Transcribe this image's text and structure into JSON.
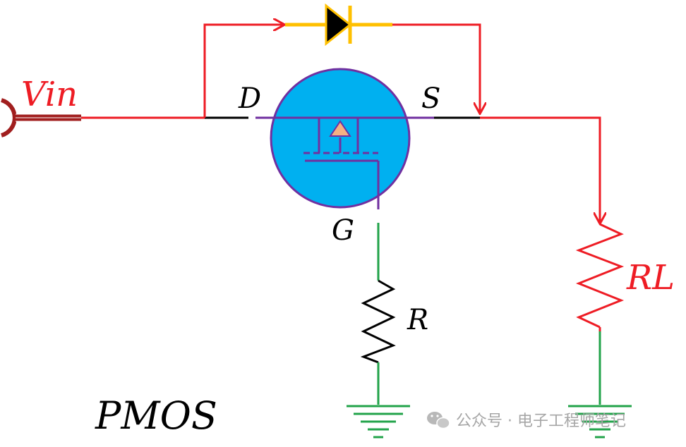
{
  "labels": {
    "vin": "Vin",
    "drain": "D",
    "source": "S",
    "gate": "G",
    "gate_resistor": "R",
    "load_resistor": "RL",
    "device_type": "PMOS"
  },
  "watermark": {
    "text": "公众号 · 电子工程师笔记",
    "icon": "wechat-icon"
  },
  "colors": {
    "current_path": "#ee1c24",
    "gate_circuit": "#22a34a",
    "mosfet_body": "#00b0f0",
    "mosfet_outline": "#7030a0",
    "diode_leads": "#ffc000",
    "diode_body": "#000000",
    "body_diode_arrow": "#f4b183",
    "terminal_leads": "#000000",
    "vin_connector": "#a11e1e"
  }
}
